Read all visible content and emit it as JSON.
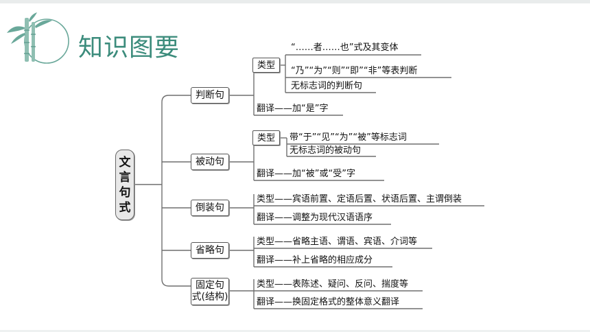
{
  "slide": {
    "title": "知识图要",
    "logo_icon": "bamboo-icon",
    "accent_color": "#3c8c7c"
  },
  "mindmap": {
    "root": [
      "文",
      "言",
      "句",
      "式"
    ],
    "branches": [
      {
        "label": "判断句",
        "type_label": "类型",
        "types": [
          "“……者……也”式及其变体",
          "“乃”“为”“则”“即”“非”等表判断",
          "无标志词的判断句"
        ],
        "translate": "翻译——加“是”字"
      },
      {
        "label": "被动句",
        "type_label": "类型",
        "types": [
          "带“于”“见”“为”“被”等标志词",
          "无标志词的被动句"
        ],
        "translate": "翻译——加“被”或“受”字"
      },
      {
        "label": "倒装句",
        "type_line": "类型——宾语前置、定语后置、状语后置、主谓倒装",
        "translate": "翻译——调整为现代汉语语序"
      },
      {
        "label": "省略句",
        "type_line": "类型——省略主语、谓语、宾语、介词等",
        "translate": "翻译——补上省略的相应成分"
      },
      {
        "label_lines": [
          "固定句",
          "式(结构)"
        ],
        "type_line": "类型——表陈述、疑问、反问、揣度等",
        "translate": "翻译——换固定格式的整体意义翻译"
      }
    ]
  }
}
